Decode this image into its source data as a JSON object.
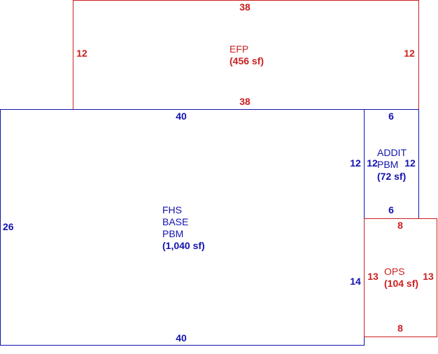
{
  "colors": {
    "blue": "#1212b0",
    "red": "#cc1f1f"
  },
  "areas": {
    "efp": {
      "name": "EFP",
      "area": "(456 sf)",
      "dims": {
        "top": "38",
        "bottom": "38",
        "left": "12",
        "right": "12"
      }
    },
    "fhs": {
      "name_lines": [
        "FHS",
        "BASE",
        "PBM"
      ],
      "area": "(1,040 sf)",
      "dims": {
        "top": "40",
        "bottom": "40",
        "left": "26",
        "right_upper": "12",
        "right_lower": "14"
      }
    },
    "addit": {
      "name_lines": [
        "ADDIT",
        "PBM"
      ],
      "area": "(72 sf)",
      "dims": {
        "top": "6",
        "bottom": "6",
        "left": "12",
        "right": "12"
      }
    },
    "ops": {
      "name": "OPS",
      "area": "(104 sf)",
      "dims": {
        "top": "8",
        "bottom": "8",
        "left": "13",
        "right": "13"
      }
    }
  }
}
